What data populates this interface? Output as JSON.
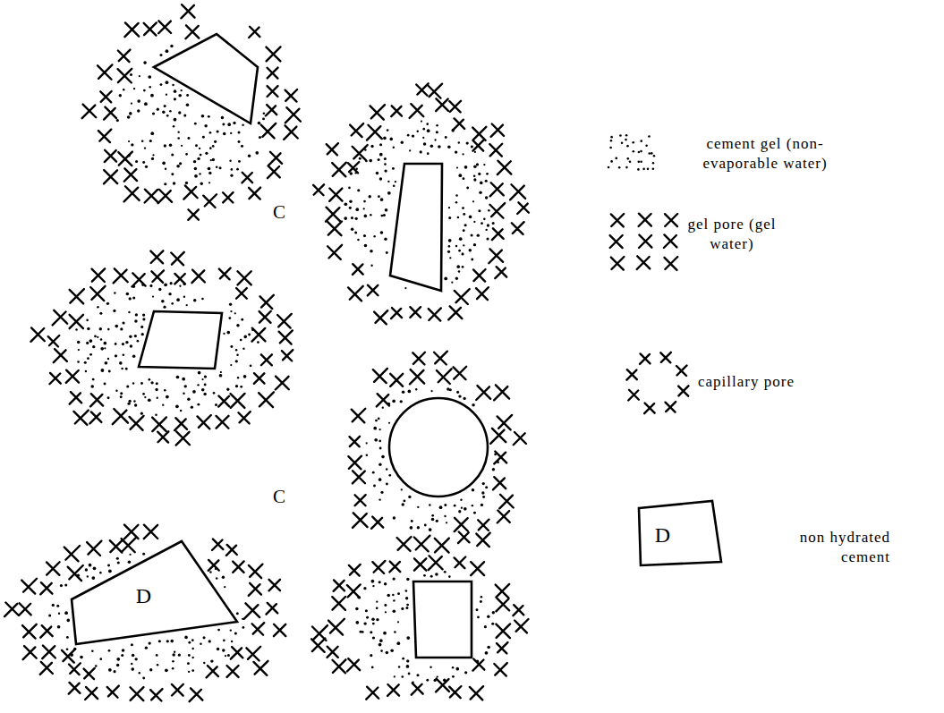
{
  "diagram": {
    "nodes": [
      {
        "text": [
          "D"
        ]
      },
      {
        "text": [
          "D"
        ]
      }
    ],
    "labels": [
      "C",
      "C"
    ],
    "legend": [
      {
        "text": "cement gel (non-evaporable water)"
      },
      {
        "text": "gel pore (gel water)"
      },
      {
        "text": "capillary pore"
      },
      {
        "text": "non hydrated cement"
      }
    ]
  }
}
